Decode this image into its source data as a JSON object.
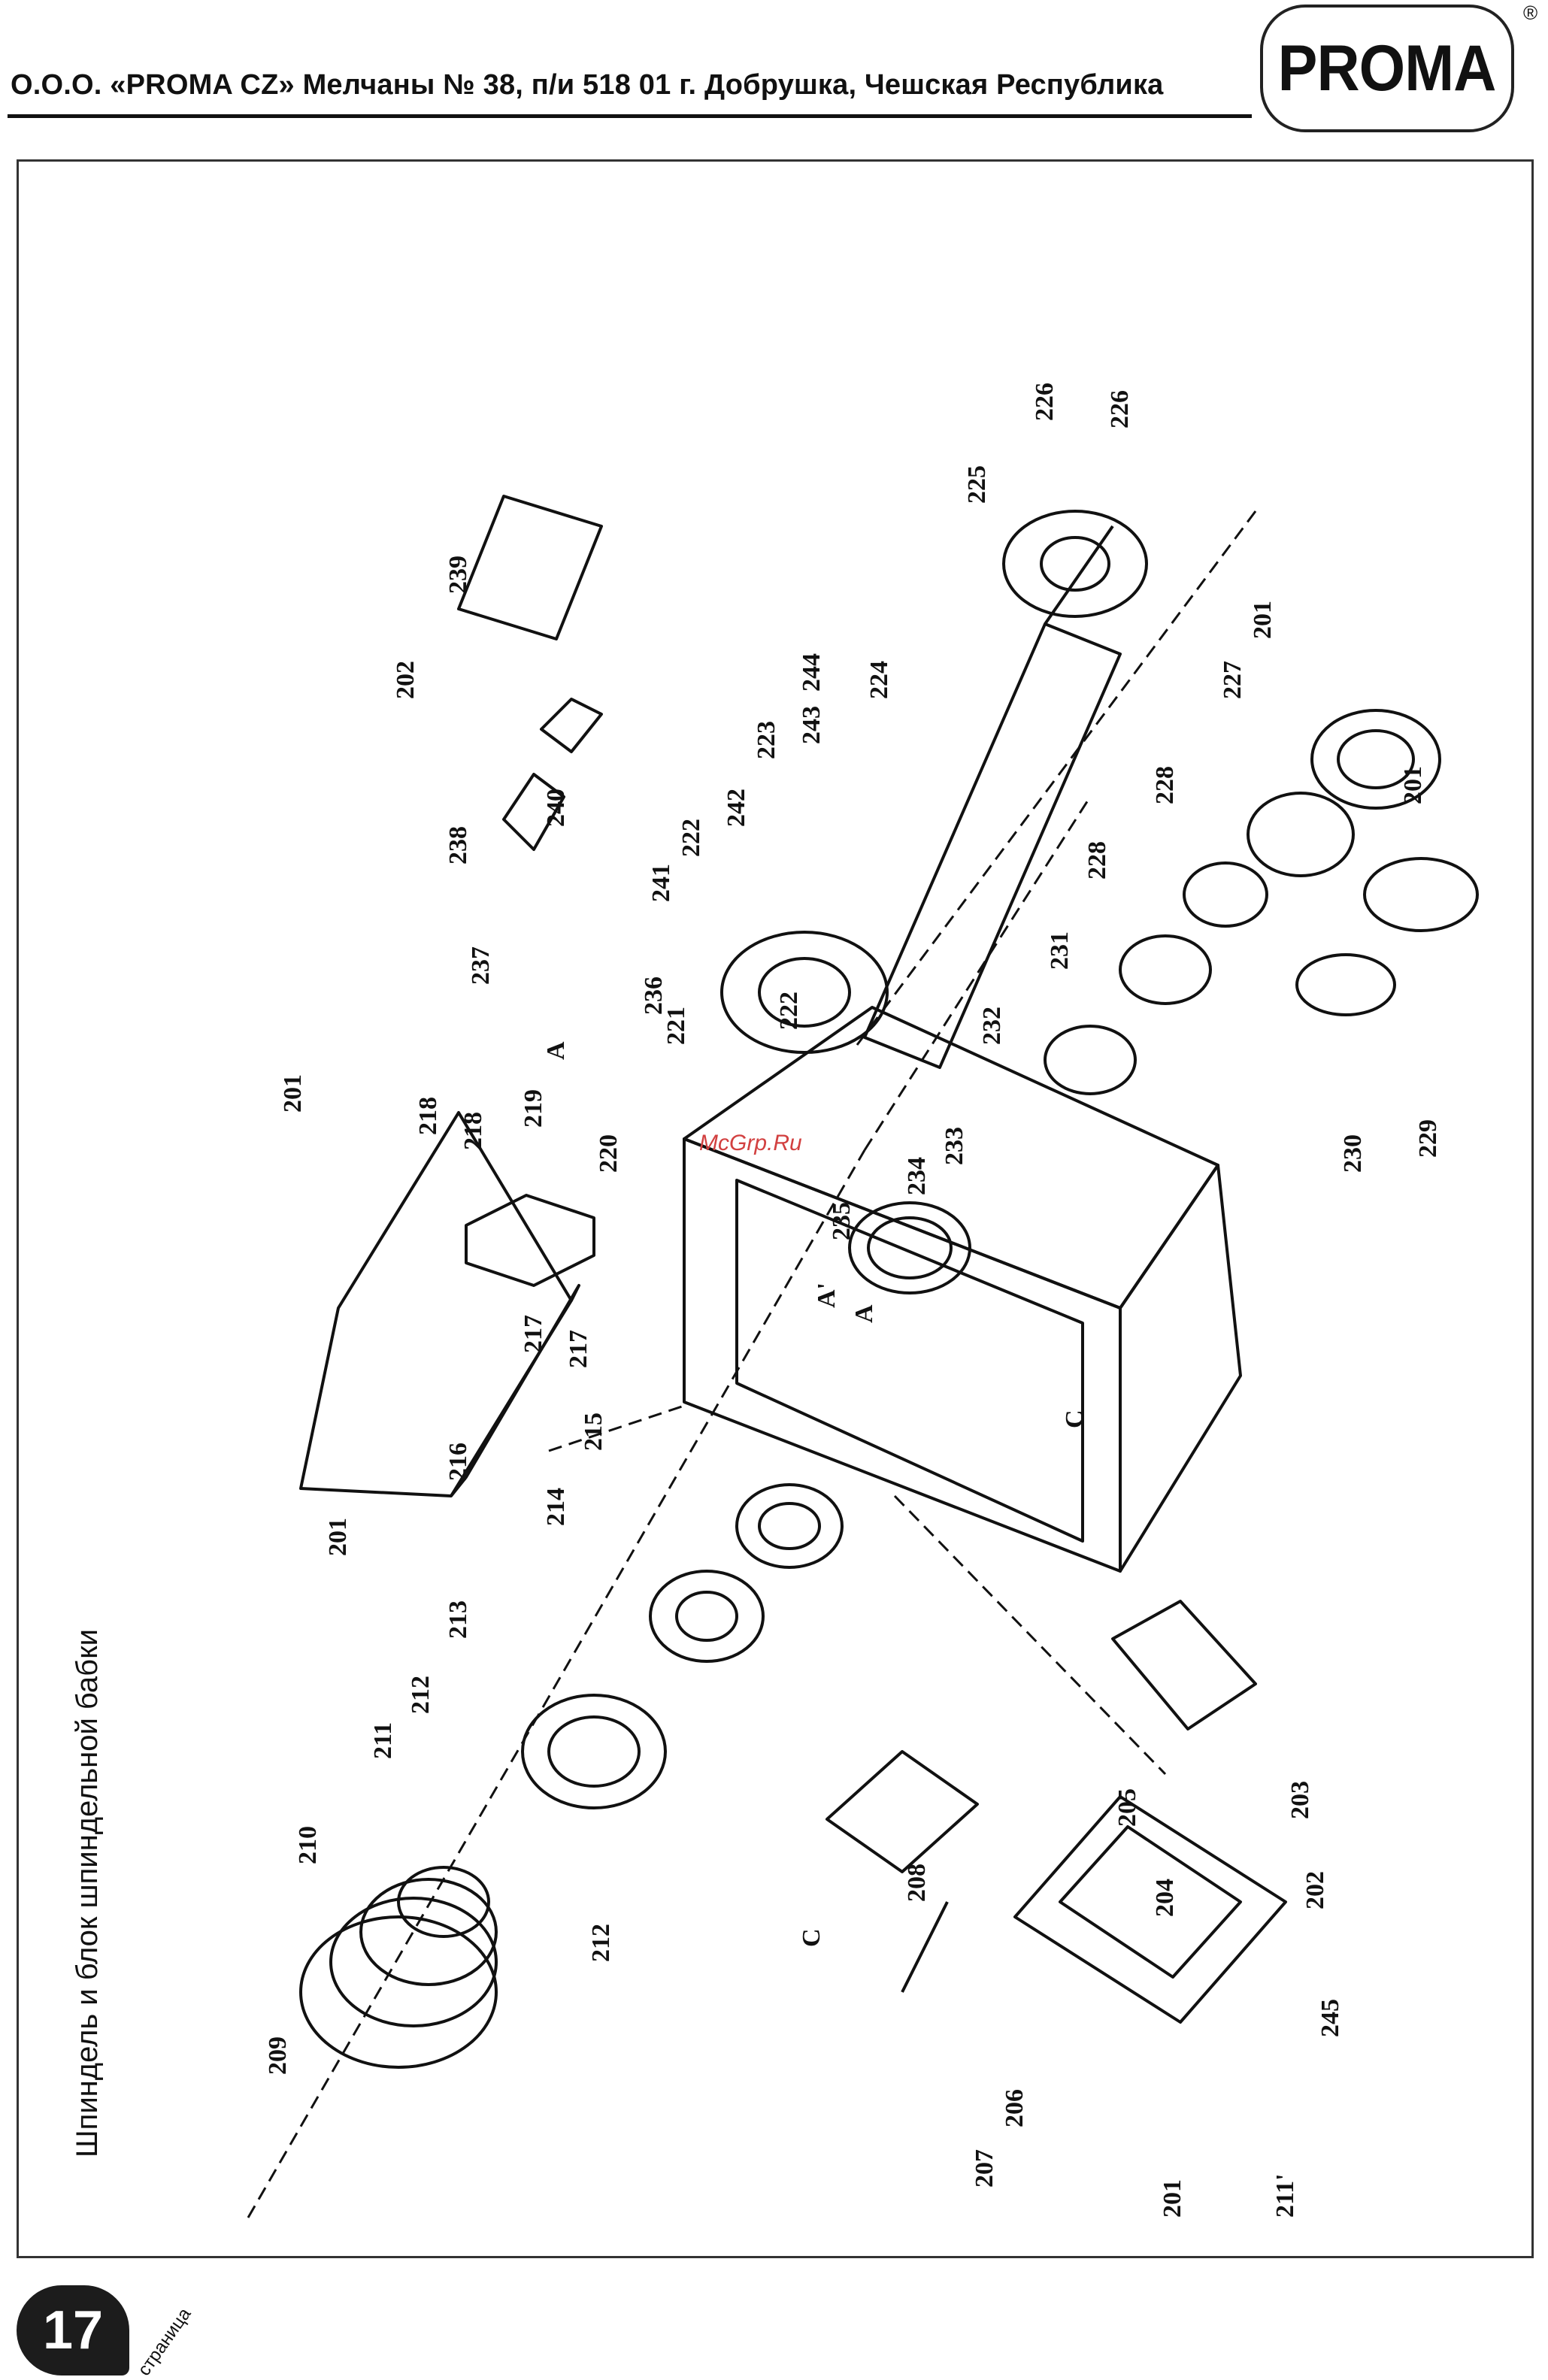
{
  "header": {
    "company_address": "О.О.О. «PROMA CZ» Мелчаны № 38, п/и 518 01 г. Добрушка, Чешская Республика",
    "logo_text": "PROMA",
    "registered_mark": "®"
  },
  "figure": {
    "title": "Шпиндель и блок шпиндельной бабки",
    "watermark": "McGrp.Ru",
    "part_labels": [
      "201",
      "201",
      "201",
      "201",
      "201",
      "202",
      "202",
      "203",
      "204",
      "205",
      "206",
      "207",
      "208",
      "209",
      "210",
      "211",
      "211'",
      "212",
      "212",
      "213",
      "214",
      "215",
      "216",
      "217",
      "217",
      "218",
      "218",
      "219",
      "220",
      "221",
      "222",
      "222",
      "223",
      "224",
      "225",
      "226",
      "226",
      "227",
      "228",
      "228",
      "229",
      "230",
      "231",
      "232",
      "233",
      "234",
      "235",
      "236",
      "237",
      "238",
      "239",
      "240",
      "241",
      "242",
      "243",
      "244",
      "245",
      "A",
      "A",
      "A'",
      "C",
      "C"
    ]
  },
  "footer": {
    "page_number": "17",
    "page_word": "страница"
  }
}
